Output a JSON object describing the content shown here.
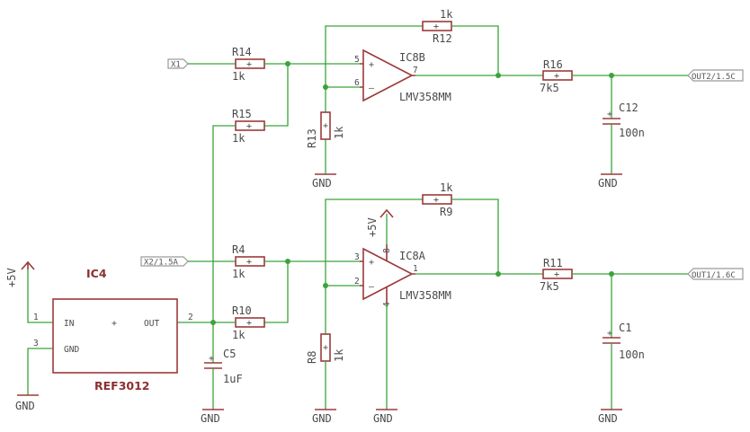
{
  "ports": {
    "x1": "X1",
    "x2": "X2/1.5A",
    "out2": "OUT2/1.5C",
    "out1": "OUT1/1.6C"
  },
  "opamps": {
    "ic8b": {
      "name": "IC8B",
      "value": "LMV358MM",
      "pin_noninv": "5",
      "pin_inv": "6",
      "pin_out": "7"
    },
    "ic8a": {
      "name": "IC8A",
      "value": "LMV358MM",
      "pin_noninv": "3",
      "pin_inv": "2",
      "pin_out": "1",
      "pin_vcc": "8",
      "pin_gnd": "4"
    }
  },
  "resistors": {
    "r14": {
      "name": "R14",
      "value": "1k"
    },
    "r15": {
      "name": "R15",
      "value": "1k"
    },
    "r12": {
      "name": "R12",
      "value": "1k"
    },
    "r13": {
      "name": "R13",
      "value": "1k"
    },
    "r16": {
      "name": "R16",
      "value": "7k5"
    },
    "r4": {
      "name": "R4",
      "value": "1k"
    },
    "r10": {
      "name": "R10",
      "value": "1k"
    },
    "r9": {
      "name": "R9",
      "value": "1k"
    },
    "r8": {
      "name": "R8",
      "value": "1k"
    },
    "r11": {
      "name": "R11",
      "value": "7k5"
    }
  },
  "capacitors": {
    "c12": {
      "name": "C12",
      "value": "100n"
    },
    "c1": {
      "name": "C1",
      "value": "100n"
    },
    "c5": {
      "name": "C5",
      "value": "1uF"
    }
  },
  "regulator": {
    "name": "IC4",
    "value": "REF3012",
    "pin_in_label": "IN",
    "pin_gnd_label": "GND",
    "pin_out_label": "OUT",
    "pin_in": "1",
    "pin_gnd": "3",
    "pin_out": "2"
  },
  "supplies": {
    "vcc": "+5V",
    "gnd": "GND"
  }
}
